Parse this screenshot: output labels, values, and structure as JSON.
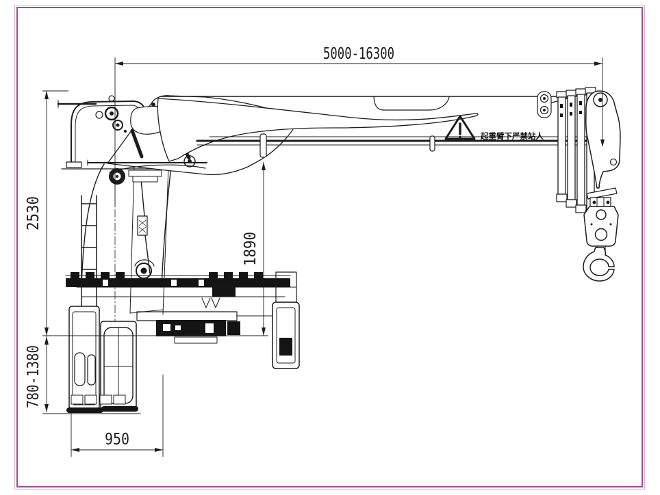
{
  "sheet": {
    "background": "#ffffff",
    "border_color": "#a5499c",
    "border_light_color": "#dfaed6",
    "line_color": "#1c1c1c"
  },
  "drawing": {
    "subject": "truck-mounted-telescopic-crane-side-view",
    "dimensions": {
      "boom_length_range": "5000-16300",
      "overall_height": "2530",
      "boom_underside_height": "1890",
      "support_height_range": "780-1380",
      "base_width": "950"
    },
    "warning": {
      "icon": "warning-triangle-icon",
      "text": "起重臂下严禁站人"
    }
  }
}
